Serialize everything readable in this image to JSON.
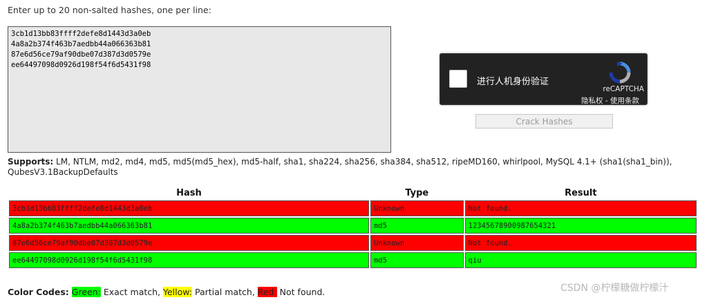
{
  "prompt": "Enter up to 20 non-salted hashes, one per line:",
  "input_hashes": [
    "3cb1d13bb83ffff2defe8d1443d3a0eb",
    "4a8a2b374f463b7aedbb44a066363b81",
    "87e6d56ce79af90dbe07d387d3d0579e",
    "ee64497098d0926d198f54f6d5431f98"
  ],
  "recaptcha": {
    "label": "进行人机身份验证",
    "brand": "reCAPTCHA",
    "privacy": "隐私权",
    "separator": " - ",
    "terms": "使用条款"
  },
  "crack_button": "Crack Hashes",
  "supports": {
    "label": "Supports:",
    "text": " LM, NTLM, md2, md4, md5, md5(md5_hex), md5-half, sha1, sha224, sha256, sha384, sha512, ripeMD160, whirlpool, MySQL 4.1+ (sha1(sha1_bin)), QubesV3.1BackupDefaults"
  },
  "table": {
    "headers": [
      "Hash",
      "Type",
      "Result"
    ],
    "rows": [
      {
        "hash": "3cb1d13bb83ffff2defe8d1443d3a0eb",
        "type": "Unknown",
        "result": "Not found.",
        "status": "red"
      },
      {
        "hash": "4a8a2b374f463b7aedbb44a066363b81",
        "type": "md5",
        "result": "12345678900987654321",
        "status": "green"
      },
      {
        "hash": "87e6d56ce79af90dbe07d387d3d0579e",
        "type": "Unknown",
        "result": "Not found.",
        "status": "red"
      },
      {
        "hash": "ee64497098d0926d198f54f6d5431f98",
        "type": "md5",
        "result": "qiu",
        "status": "green"
      }
    ]
  },
  "color_codes": {
    "label": "Color Codes:",
    "green": "Green:",
    "green_desc": " Exact match, ",
    "yellow": "Yellow:",
    "yellow_desc": " Partial match, ",
    "red": "Red:",
    "red_desc": " Not found."
  },
  "colors": {
    "green": "#00ff00",
    "yellow": "#ffff00",
    "red": "#ff0000"
  },
  "watermark": "CSDN @柠檬糖做柠檬汁"
}
